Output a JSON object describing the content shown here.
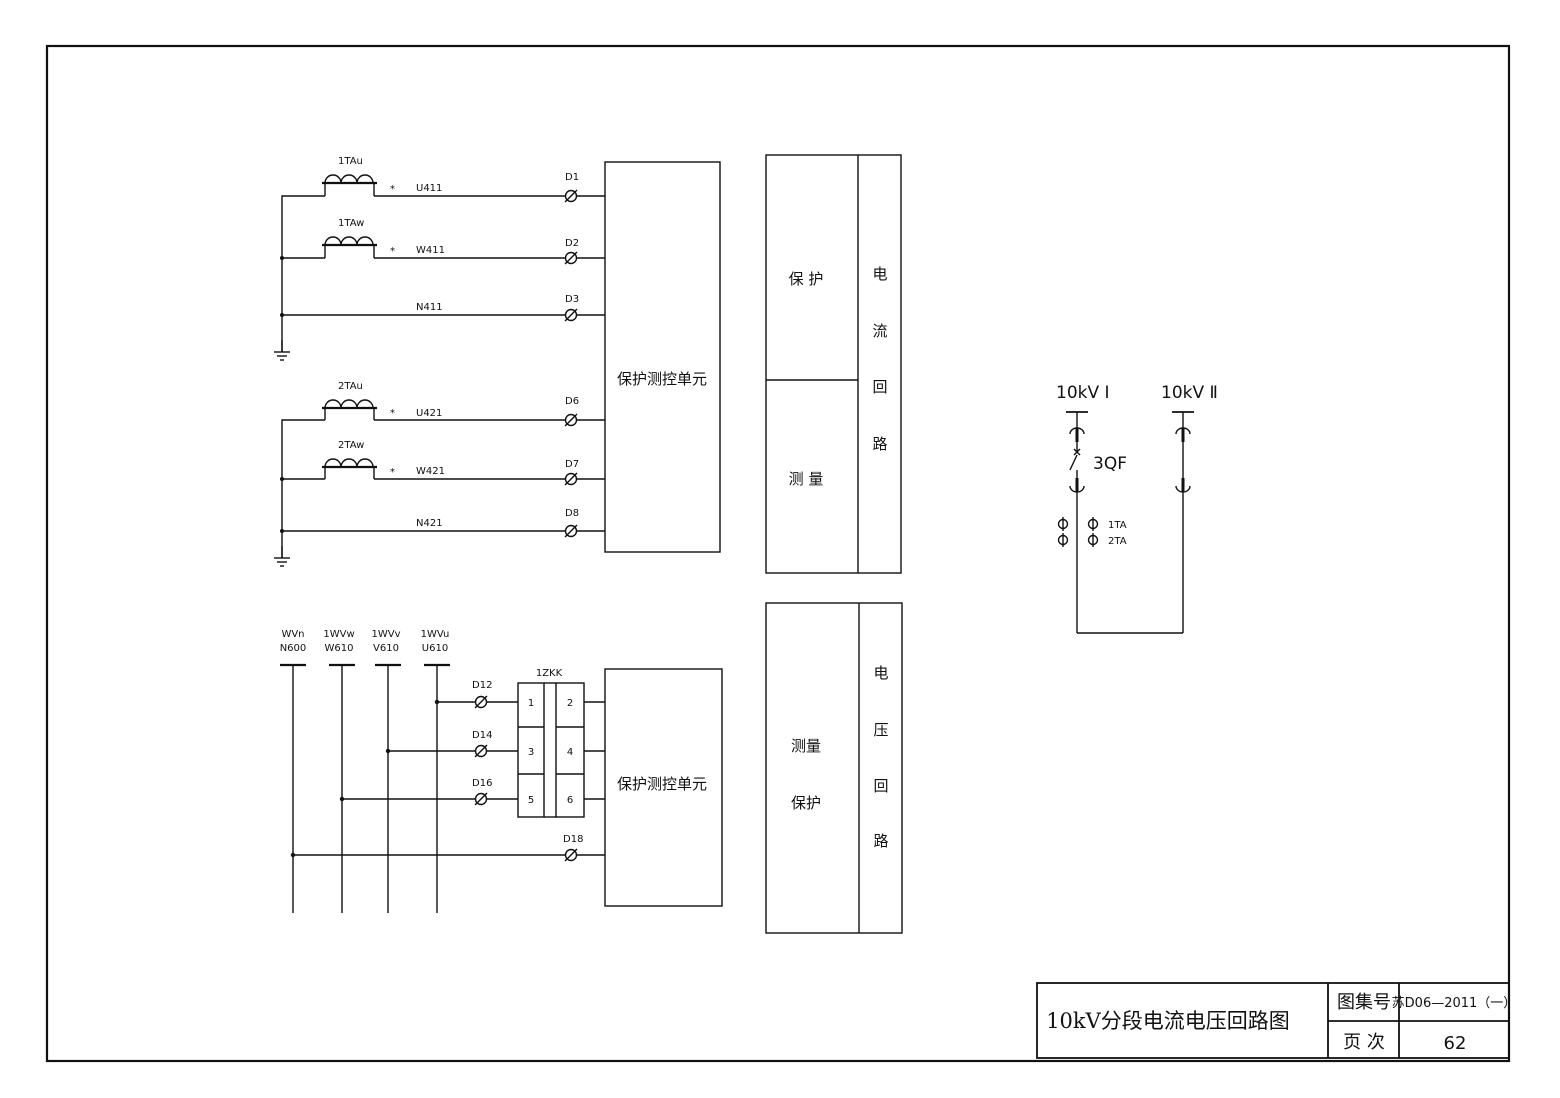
{
  "title_block": {
    "drawing_title": "10kV分段电流电压回路图",
    "atlas_label": "图集号",
    "atlas_number": "苏D06—2011（一）",
    "page_label": "页    次",
    "page_number": "62"
  },
  "current_circuit": {
    "ct_groups": [
      {
        "ct1": "1TAu",
        "ct2": "1TAw",
        "polarity_mark": "*"
      },
      {
        "ct1": "2TAu",
        "ct2": "2TAw",
        "polarity_mark": "*"
      }
    ],
    "wires": [
      {
        "name": "U411",
        "terminal": "D1"
      },
      {
        "name": "W411",
        "terminal": "D2"
      },
      {
        "name": "N411",
        "terminal": "D3"
      },
      {
        "name": "U421",
        "terminal": "D6"
      },
      {
        "name": "W421",
        "terminal": "D7"
      },
      {
        "name": "N421",
        "terminal": "D8"
      }
    ],
    "unit_label": "保护测控单元",
    "side_panel": {
      "section_top": "保 护",
      "section_bottom": "测 量",
      "vertical_label": [
        "电",
        "流",
        "回",
        "路"
      ]
    }
  },
  "voltage_circuit": {
    "buses": [
      {
        "top": "WVn",
        "bottom": "N600"
      },
      {
        "top": "1WVw",
        "bottom": "W610"
      },
      {
        "top": "1WVv",
        "bottom": "V610"
      },
      {
        "top": "1WVu",
        "bottom": "U610"
      }
    ],
    "terminals": [
      "D12",
      "D14",
      "D16",
      "D18"
    ],
    "switch_label": "1ZKK",
    "switch_contacts": [
      [
        "1",
        "2"
      ],
      [
        "3",
        "4"
      ],
      [
        "5",
        "6"
      ]
    ],
    "unit_label": "保护测控单元",
    "side_panel": {
      "section_line1": "测量",
      "section_line2": "保护",
      "vertical_label": [
        "电",
        "压",
        "回",
        "路"
      ]
    }
  },
  "one_line": {
    "bus1": "10kV Ⅰ",
    "bus2": "10kV Ⅱ",
    "breaker": "3QF",
    "ct1": "1TA",
    "ct2": "2TA"
  }
}
